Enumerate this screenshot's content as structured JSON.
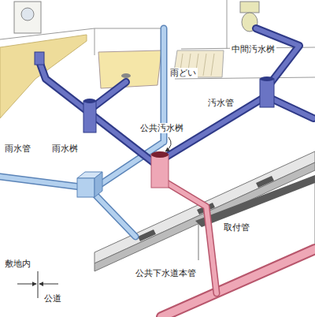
{
  "diagram": {
    "labels": [
      "中間汚水桝",
      "雨どい",
      "汚水管",
      "公共汚水桝",
      "雨水管",
      "雨水桝",
      "取付管",
      "敷地内",
      "公共下水道本管",
      "公道"
    ]
  }
}
